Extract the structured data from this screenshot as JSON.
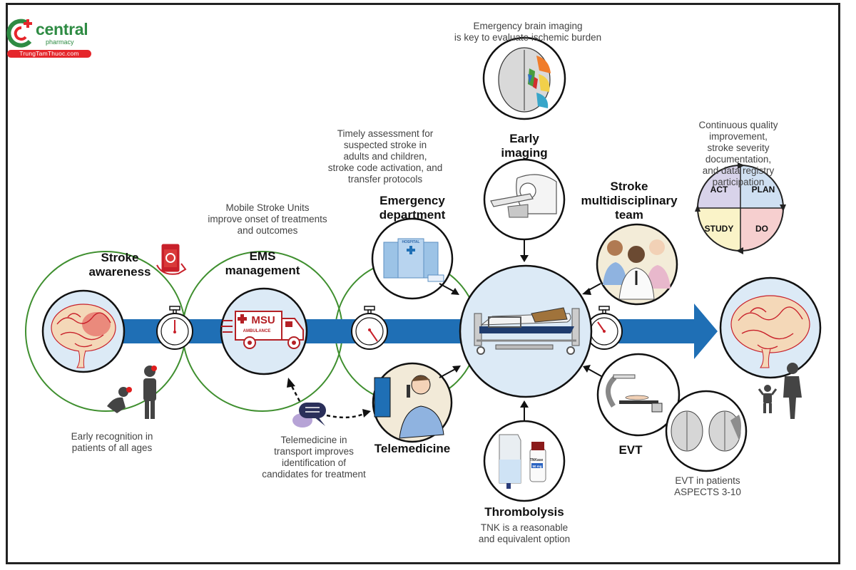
{
  "logo": {
    "brand": "central",
    "sub": "pharmacy",
    "site": "TrungTamThuoc.com",
    "colors": {
      "green": "#2e8b43",
      "red": "#e5262b"
    }
  },
  "stages": {
    "stroke_awareness": {
      "label": "Stroke\nawareness",
      "note": "Early recognition in\npatients of all ages"
    },
    "ems": {
      "label": "EMS\nmanagement",
      "note": "Mobile Stroke Units\nimprove onset of treatments\nand outcomes"
    },
    "emergency": {
      "label": "Emergency\ndepartment",
      "note": "Timely assessment for\nsuspected stroke in\nadults and children,\nstroke code activation, and\ntransfer protocols"
    },
    "imaging": {
      "label": "Early\nimaging",
      "note": "Emergency brain imaging\nis key to evaluate ischemic burden"
    },
    "team": {
      "label": "Stroke\nmultidisciplinary\nteam"
    },
    "telemedicine": {
      "label": "Telemedicine",
      "note": "Telemedicine in\ntransport improves\nidentification of\ncandidates for treatment"
    },
    "thrombolysis": {
      "label": "Thrombolysis",
      "note": "TNK is a reasonable\nand equivalent option"
    },
    "evt": {
      "label": "EVT",
      "note": "EVT in patients\nASPECTS 3-10"
    },
    "quality": {
      "note": "Continuous quality improvement,\nstroke severity documentation,\nand data registry participation"
    }
  },
  "pdca": {
    "quadrants": [
      {
        "label": "ACT",
        "color": "#d8d3ea"
      },
      {
        "label": "PLAN",
        "color": "#cfe0f2"
      },
      {
        "label": "STUDY",
        "color": "#faf3c8"
      },
      {
        "label": "DO",
        "color": "#f6cfcf"
      }
    ]
  },
  "icons": {
    "msu": {
      "title": "MSU",
      "subtitle": "AMBULANCE"
    },
    "hospital": {
      "sign": "HOSPITAL"
    },
    "drug": {
      "name": "TNKase",
      "dose": "50 mg"
    }
  },
  "colors": {
    "timeline_arrow": "#1f6fb5",
    "circle_green": "#3f8f2f",
    "circle_fill": "#dceaf6",
    "outline": "#111111",
    "stroke_red": "#c8202a"
  }
}
